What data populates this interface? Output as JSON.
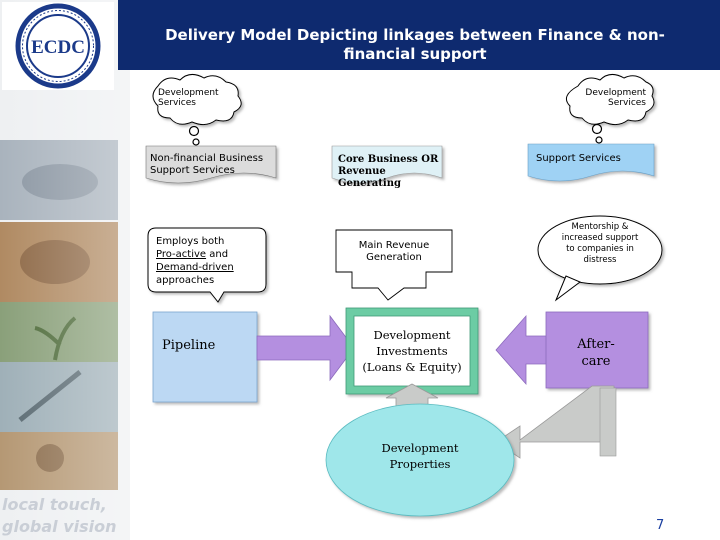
{
  "header": {
    "title_line1": "Delivery Model Depicting linkages between Finance & non-",
    "title_line2": "financial support"
  },
  "logo": {
    "text": "ECDC",
    "ring_text": "EASTERN CAPE DEVELOPMENT CORPORATION"
  },
  "tagline": {
    "line1": "local touch,",
    "line2": "global vision"
  },
  "nodes": {
    "dev_services_left": "Development Services",
    "dev_services_right": "Development Services",
    "non_financial": "Non-financial Business Support Services",
    "core_business_line1": "Core Business OR",
    "core_business_line2": "Revenue Generating",
    "support_services": "Support Services",
    "approach_line1": "Employs both",
    "approach_proactive": "Pro-active",
    "approach_and": " and",
    "approach_demand": "Demand-driven",
    "approach_line4": "approaches",
    "main_revenue_line1": "Main Revenue",
    "main_revenue_line2": "Generation",
    "mentorship_line1": "Mentorship &",
    "mentorship_line2": "increased support",
    "mentorship_line3": "to companies in",
    "mentorship_line4": "distress",
    "pipeline": "Pipeline",
    "dev_investments_line1": "Development",
    "dev_investments_line2": "Investments",
    "dev_investments_line3": "(Loans & Equity)",
    "aftercare_line1": "After-",
    "aftercare_line2": "care",
    "dev_properties_line1": "Development",
    "dev_properties_line2": "Properties"
  },
  "page_number": "7",
  "colors": {
    "title_bar": "#0e2a6f",
    "card_gray": "#dcdcdc",
    "card_cyan": "#dff1f6",
    "support_blue": "#9fd2f4",
    "pipeline_blue": "#bcd8f3",
    "investments_green": "#6ccca4",
    "aftercare_purple": "#b48fe0",
    "properties_cyan": "#9fe7ea",
    "arrow_purple": "#b48fe0",
    "arrow_gray": "#c9cbc9"
  }
}
